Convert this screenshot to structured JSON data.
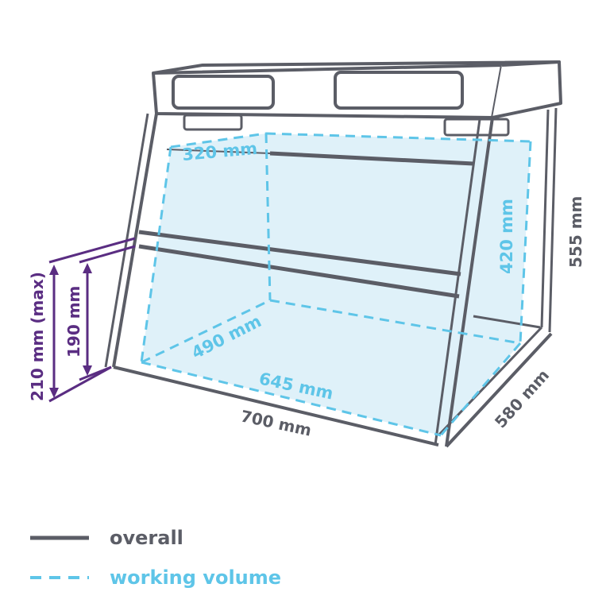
{
  "colors": {
    "overall": "#5b5d66",
    "working": "#5ec5e8",
    "working_fill": "#dff1f9",
    "opening": "#5a2d82"
  },
  "dimensions": {
    "overall_width": "700 mm",
    "overall_depth": "580 mm",
    "overall_height": "555 mm",
    "working_width": "645 mm",
    "working_depth": "490 mm",
    "working_height": "420 mm",
    "working_top_depth": "320 mm",
    "opening_max": "210 mm (max)",
    "opening": "190 mm"
  },
  "legend": {
    "overall_label": "overall",
    "working_label": "working volume"
  }
}
